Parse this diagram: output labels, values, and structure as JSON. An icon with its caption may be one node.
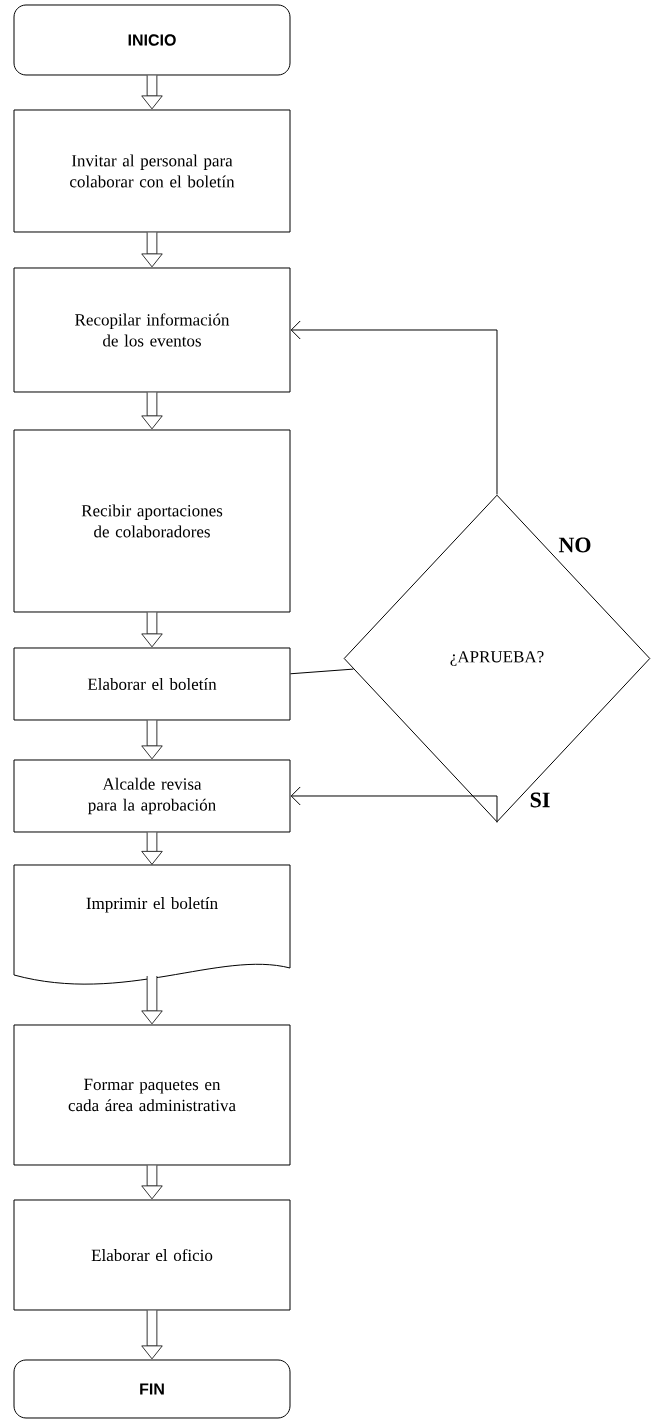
{
  "diagram": {
    "nodes": [
      {
        "text": [
          "INICIO"
        ]
      },
      {
        "text": [
          "Invitar al personal para colaborar con el boletín"
        ]
      },
      {
        "text": [
          "Recopilar información de los eventos"
        ]
      },
      {
        "text": [
          "Recibir aportaciones de colaboradores"
        ]
      },
      {
        "text": [
          "Elaborar el boletín"
        ]
      },
      {
        "text": [
          "Alcalde revisa para la aprobación"
        ]
      },
      {
        "text": [
          "Imprimir el boletín"
        ]
      },
      {
        "text": [
          "Formar paquetes en cada área administrativa"
        ]
      },
      {
        "text": [
          "Elaborar el oficio"
        ]
      },
      {
        "text": [
          "FIN"
        ]
      },
      {
        "text": [
          "¿APRUEBA?"
        ]
      }
    ],
    "edges": [
      {
        "from": 0,
        "to": 1,
        "arrow": "to"
      },
      {
        "from": 1,
        "to": 2,
        "arrow": "to"
      },
      {
        "from": 2,
        "to": 3,
        "arrow": "to"
      },
      {
        "from": 3,
        "to": 4,
        "arrow": "to"
      },
      {
        "from": 4,
        "to": 5,
        "arrow": "to"
      },
      {
        "from": 5,
        "to": 6,
        "arrow": "to"
      },
      {
        "from": 6,
        "to": 7,
        "arrow": "to"
      },
      {
        "from": 7,
        "to": 8,
        "arrow": "to"
      },
      {
        "from": 8,
        "to": 9,
        "arrow": "to"
      },
      {
        "from": 4,
        "to": 10,
        "arrow": "none"
      },
      {
        "from": 10,
        "to": 2,
        "arrow": "to",
        "label": "NO"
      },
      {
        "from": 10,
        "to": 5,
        "arrow": "to",
        "label": "SI"
      }
    ]
  }
}
